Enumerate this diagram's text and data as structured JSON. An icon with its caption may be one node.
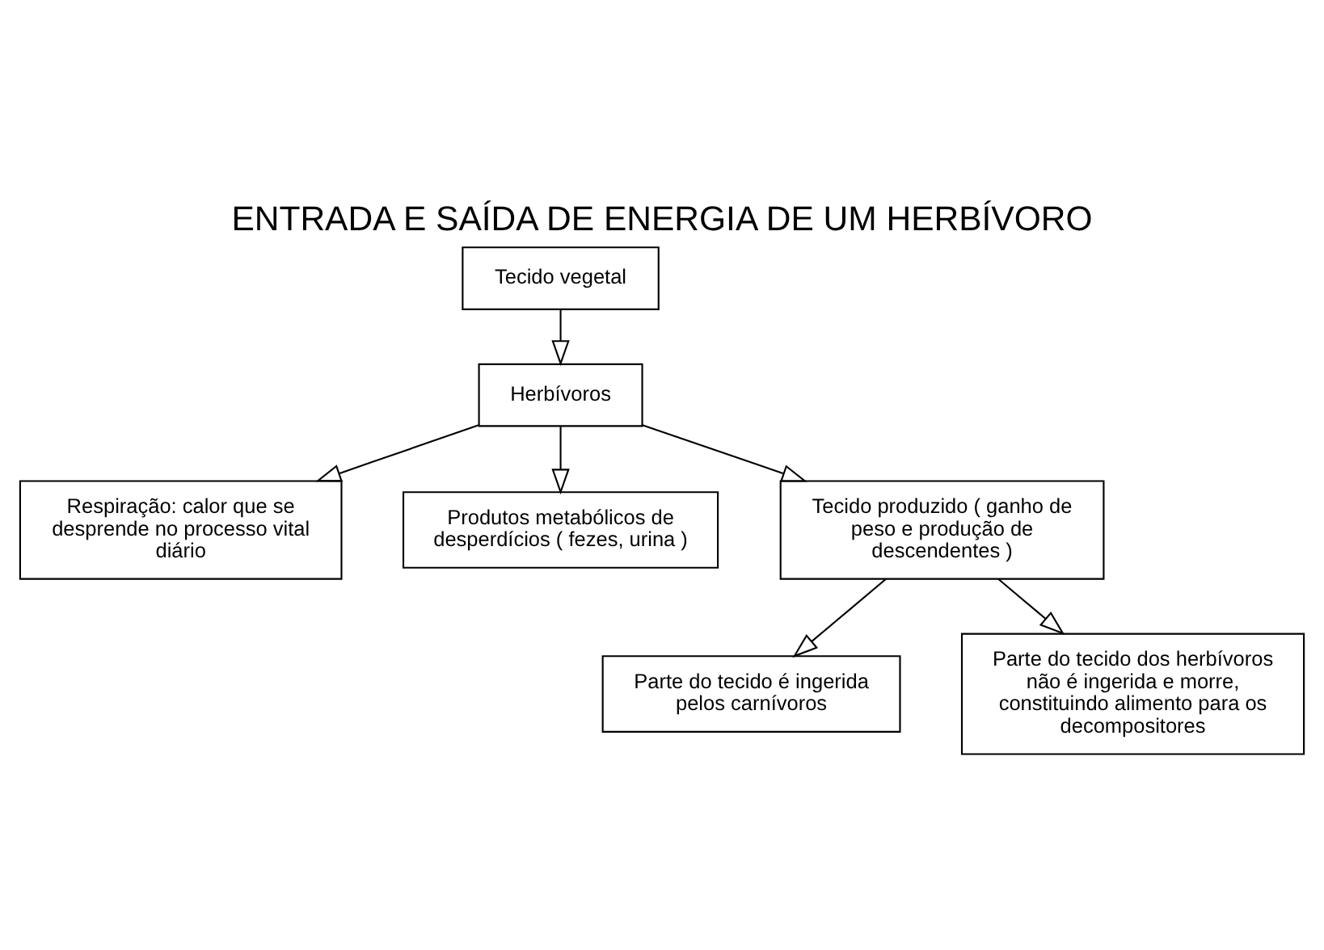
{
  "diagram": {
    "title": "ENTRADA E SAÍDA DE ENERGIA DE UM HERBÍVORO",
    "nodes": [
      {
        "text": [
          "Tecido vegetal"
        ]
      },
      {
        "text": [
          "Herbívoros"
        ]
      },
      {
        "text": [
          "Respiração: calor que se desprende no processo vital diário"
        ]
      },
      {
        "text": [
          "Produtos metabólicos de desperdícios ( fezes, urina )"
        ]
      },
      {
        "text": [
          "Tecido produzido ( ganho de peso e produção de descendentes )"
        ]
      },
      {
        "text": [
          "Parte do tecido é ingerida pelos carnívoros"
        ]
      },
      {
        "text": [
          "Parte do tecido dos herbívoros não é ingerida e morre, constituindo alimento para os decompositores"
        ]
      }
    ],
    "edges": [
      {
        "from": 0,
        "to": 1,
        "arrow": "to"
      },
      {
        "from": 1,
        "to": 2,
        "arrow": "to"
      },
      {
        "from": 1,
        "to": 4,
        "arrow": "to"
      },
      {
        "from": 1,
        "to": 3,
        "arrow": "to"
      },
      {
        "from": 4,
        "to": 5,
        "arrow": "to"
      },
      {
        "from": 4,
        "to": 6,
        "arrow": "to"
      }
    ]
  }
}
